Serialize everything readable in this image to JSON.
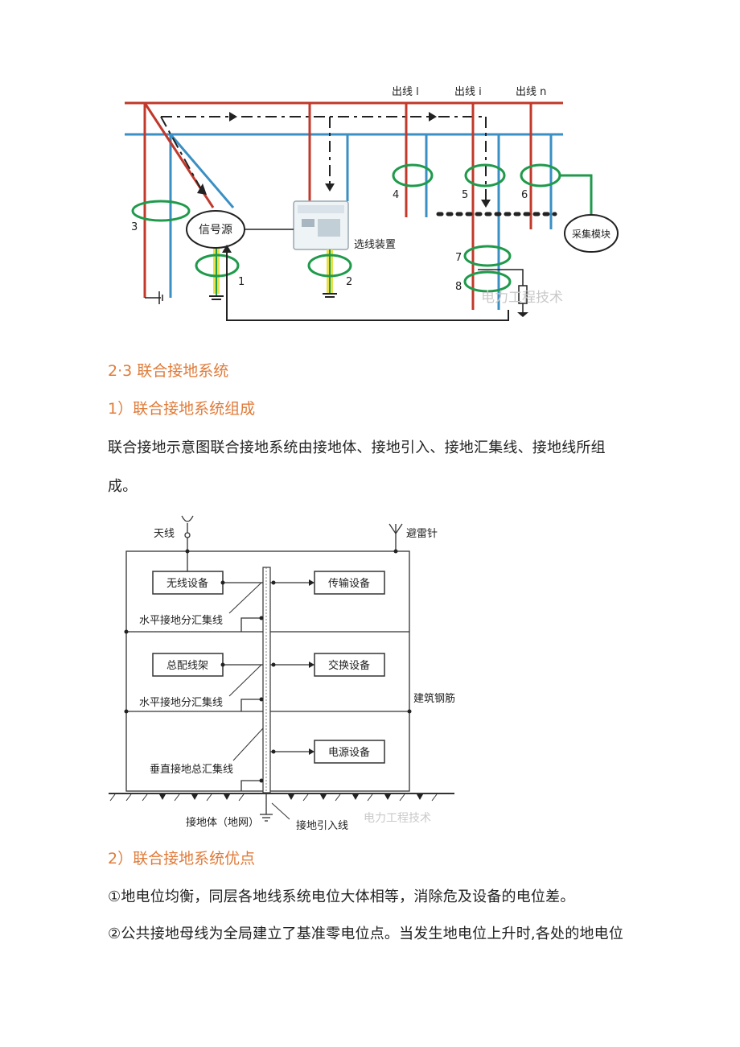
{
  "figure1": {
    "outlets": [
      "出线 l",
      "出线 i",
      "出线 n"
    ],
    "numbers": [
      "1",
      "2",
      "3",
      "4",
      "5",
      "6",
      "7",
      "8"
    ],
    "signal_source": "信号源",
    "line_selector": "选线装置",
    "collector": "采集模块",
    "watermark": "电力工程技术",
    "colors": {
      "red": "#c0392b",
      "blue": "#3a8fc4",
      "green": "#1f9a4b",
      "yellow": "#e8e04a",
      "dark": "#222222"
    }
  },
  "section_2_3": {
    "heading": "2·3 联合接地系统"
  },
  "section_1": {
    "heading": "1）联合接地系统组成",
    "paragraph_line1": "联合接地示意图联合接地系统由接地体、接地引入、接地汇集线、接地线所组",
    "paragraph_line2": "成。"
  },
  "figure2": {
    "antenna": "天线",
    "lightning_rod": "避雷针",
    "wireless_equipment": "无线设备",
    "transmission_equipment": "传输设备",
    "horizontal_bus_1": "水平接地分汇集线",
    "main_distribution_frame": "总配线架",
    "switching_equipment": "交换设备",
    "horizontal_bus_2": "水平接地分汇集线",
    "building_rebar": "建筑钢筋",
    "power_equipment": "电源设备",
    "vertical_bus": "垂直接地总汇集线",
    "grounding_body": "接地体（地网）",
    "grounding_lead": "接地引入线",
    "watermark": "电力工程技术"
  },
  "section_2": {
    "heading": "2）联合接地系统优点",
    "point1": "①地电位均衡，同层各地线系统电位大体相等，消除危及设备的电位差。",
    "point2": "②公共接地母线为全局建立了基准零电位点。当发生地电位上升时,各处的地电位"
  }
}
